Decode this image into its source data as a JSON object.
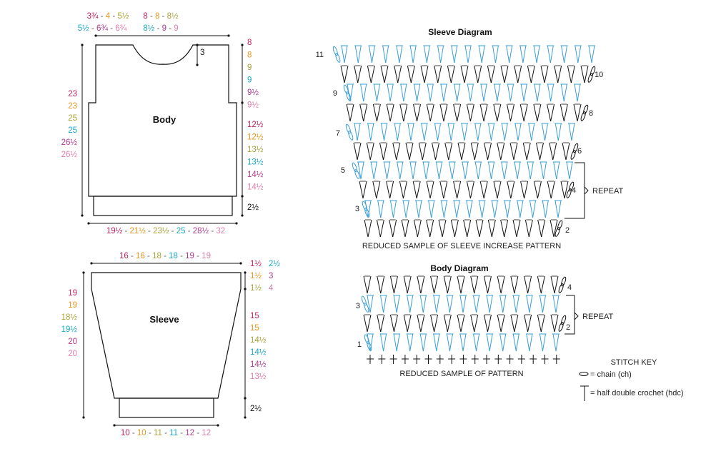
{
  "colors": {
    "size1": "#c0225f",
    "size2": "#e8961e",
    "size3": "#a9a33a",
    "size4": "#1ba8c9",
    "size5": "#b03a8c",
    "size6": "#e57db0",
    "stitch_blue": "#3a9fd6",
    "line": "#111111"
  },
  "body_schematic": {
    "label": "Body",
    "neck_width_row1": [
      "3¾",
      "4",
      "5½",
      "8",
      "8",
      "8½"
    ],
    "neck_width_row2": [
      "5½",
      "6¾",
      "6¾",
      "8½",
      "9",
      "9"
    ],
    "neck_depth": "3",
    "armhole_depth": [
      "8",
      "8",
      "9",
      "9",
      "9½",
      "9½"
    ],
    "side_length": [
      "12½",
      "12½",
      "13½",
      "13½",
      "14½",
      "14½"
    ],
    "total_length": [
      "23",
      "23",
      "25",
      "25",
      "26½",
      "26½"
    ],
    "ribbing": "2½",
    "width": [
      "19½",
      "21½",
      "23½",
      "25",
      "28½",
      "32"
    ]
  },
  "sleeve_schematic": {
    "label": "Sleeve",
    "top_width": [
      "16",
      "16",
      "18",
      "18",
      "19",
      "19"
    ],
    "cap_col1": [
      "1½",
      "1½",
      "1½"
    ],
    "cap_col2": [
      "2½",
      "3",
      "4"
    ],
    "inner_length": [
      "15",
      "15",
      "14½",
      "14½",
      "14½",
      "13½"
    ],
    "outer_length": [
      "19",
      "19",
      "18½",
      "19½",
      "20",
      "20"
    ],
    "cuff": "2½",
    "cuff_width": [
      "10",
      "10",
      "11",
      "11",
      "12",
      "12"
    ]
  },
  "sleeve_diagram": {
    "title": "Sleeve Diagram",
    "rows": [
      "11",
      "10",
      "9",
      "8",
      "7",
      "6",
      "5",
      "4",
      "3",
      "2"
    ],
    "repeat_label": "REPEAT",
    "caption": "REDUCED SAMPLE OF SLEEVE INCREASE PATTERN"
  },
  "body_diagram": {
    "title": "Body Diagram",
    "rows": [
      "4",
      "3",
      "2",
      "1"
    ],
    "repeat_label": "REPEAT",
    "caption": "REDUCED SAMPLE OF PATTERN"
  },
  "stitch_key": {
    "title": "STITCH KEY",
    "chain": "= chain (ch)",
    "hdc": "= half double crochet (hdc)"
  }
}
